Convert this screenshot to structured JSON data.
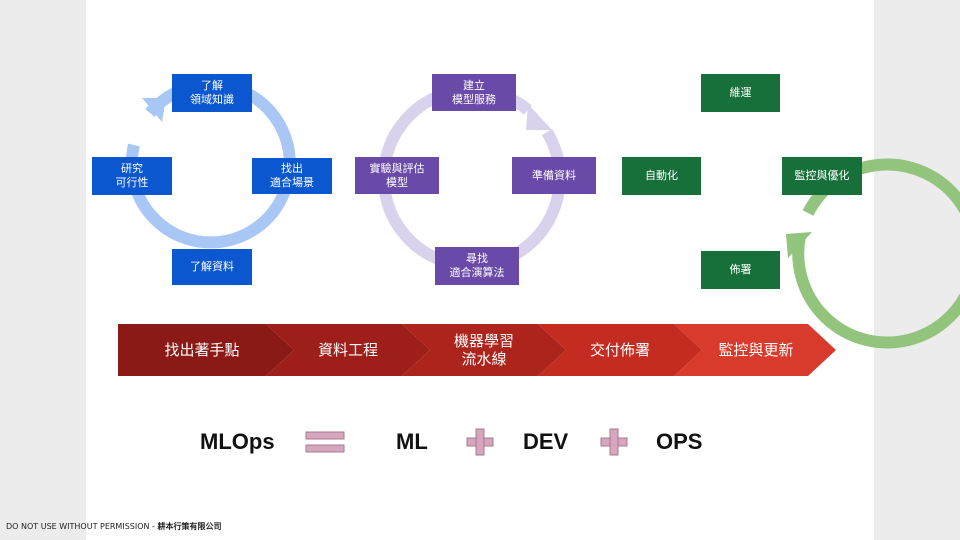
{
  "cycles": {
    "domain_cycle": {
      "top": "了解\n領域知識",
      "right": "找出\n適合場景",
      "bottom": "了解資料",
      "left": "研究\n可行性",
      "color": "#0b57d0",
      "ring_color": "#a9c7f5"
    },
    "model_cycle": {
      "top": "建立\n模型服務",
      "right": "準備資料",
      "bottom": "尋找\n適合演算法",
      "left": "實驗與評估\n模型",
      "color": "#6a4aa8",
      "ring_color": "#d9d2ec"
    },
    "ops_cycle": {
      "top": "維運",
      "right": "監控與優化",
      "bottom": "佈署",
      "left": "自動化",
      "color": "#17703a",
      "ring_color": "#93c47d"
    }
  },
  "pipeline": {
    "stages": [
      {
        "label": "找出著手點",
        "color": "#8b1a16"
      },
      {
        "label": "資料工程",
        "color": "#9e1f19"
      },
      {
        "label": "機器學習\n流水線",
        "color": "#ad241c"
      },
      {
        "label": "交付佈署",
        "color": "#c42c21"
      },
      {
        "label": "監控與更新",
        "color": "#d83a2b"
      }
    ]
  },
  "equation": {
    "result": "MLOps",
    "term1": "ML",
    "term2": "DEV",
    "term3": "OPS",
    "operator_color": "#d5a6bd"
  },
  "footer": {
    "notice": "DO NOT USE WITHOUT PERMISSION - ",
    "company": "耕本行策有限公司"
  }
}
